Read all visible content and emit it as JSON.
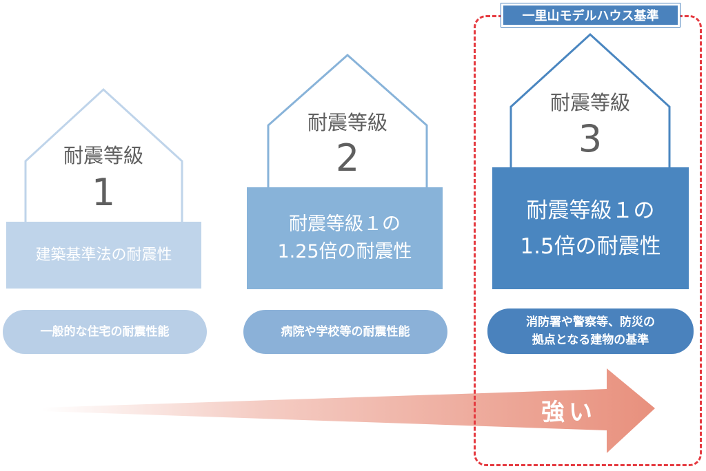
{
  "highlight_label": "一里山モデルハウス基準",
  "levels": [
    {
      "title": "耐震等級",
      "number": "1",
      "band_lines": [
        "建築基準法の耐震性"
      ],
      "pill_lines": [
        "一般的な住宅の耐震性能"
      ]
    },
    {
      "title": "耐震等級",
      "number": "2",
      "band_lines": [
        "耐震等級１の",
        "1.25倍の耐震性"
      ],
      "pill_lines": [
        "病院や学校等の耐震性能"
      ]
    },
    {
      "title": "耐震等級",
      "number": "3",
      "band_lines": [
        "耐震等級１の",
        "1.5倍の耐震性"
      ],
      "pill_lines": [
        "消防署や警察等、防災の",
        "拠点となる建物の基準"
      ]
    }
  ],
  "arrow_label": "強い",
  "colors": {
    "level1": "#bfd4ea",
    "level2": "#88b3d9",
    "level3": "#4a86c0",
    "pill1": "#b9cfe7",
    "pill2": "#8bb1d8",
    "pill3": "#4a82bd",
    "arrow": "#e8907d",
    "highlight_frame": "#e53a40"
  }
}
